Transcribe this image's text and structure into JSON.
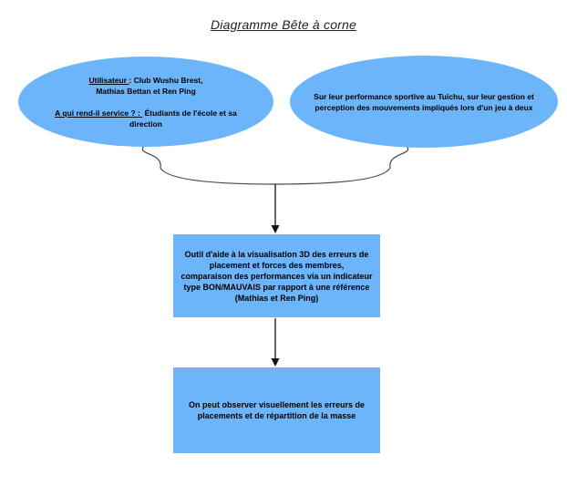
{
  "title": "Diagramme Bête à corne",
  "colors": {
    "shape_fill": "#6cb5fa",
    "connector": "#454545",
    "arrow": "#111111",
    "text": "#000000",
    "title_color": "#232323"
  },
  "left_ellipse": {
    "line1_underlined": "Utilisateur ",
    "line1_rest": ": Club Wushu Brest,",
    "line2": "Mathias Bettan et Ren Ping",
    "line3_underlined": "A qui rend-il service ? : ",
    "line3_rest": " Étudiants de l'école et sa",
    "line4": "direction"
  },
  "right_ellipse": {
    "line1": "Sur leur performance sportive au Tuichu, sur leur gestion et",
    "line2": "perception des mouvements impliqués lors d'un jeu à deux"
  },
  "product_box": {
    "lines": [
      "Outil d'aide à la visualisation 3D des erreurs de",
      "placement et forces des membres,",
      "comparaison des performances via un indicateur",
      "type BON/MAUVAIS par rapport à une référence",
      "(Mathias et Ren Ping)"
    ]
  },
  "result_box": {
    "lines": [
      "On peut observer visuellement les erreurs de",
      "placements et de répartition de la masse"
    ]
  }
}
